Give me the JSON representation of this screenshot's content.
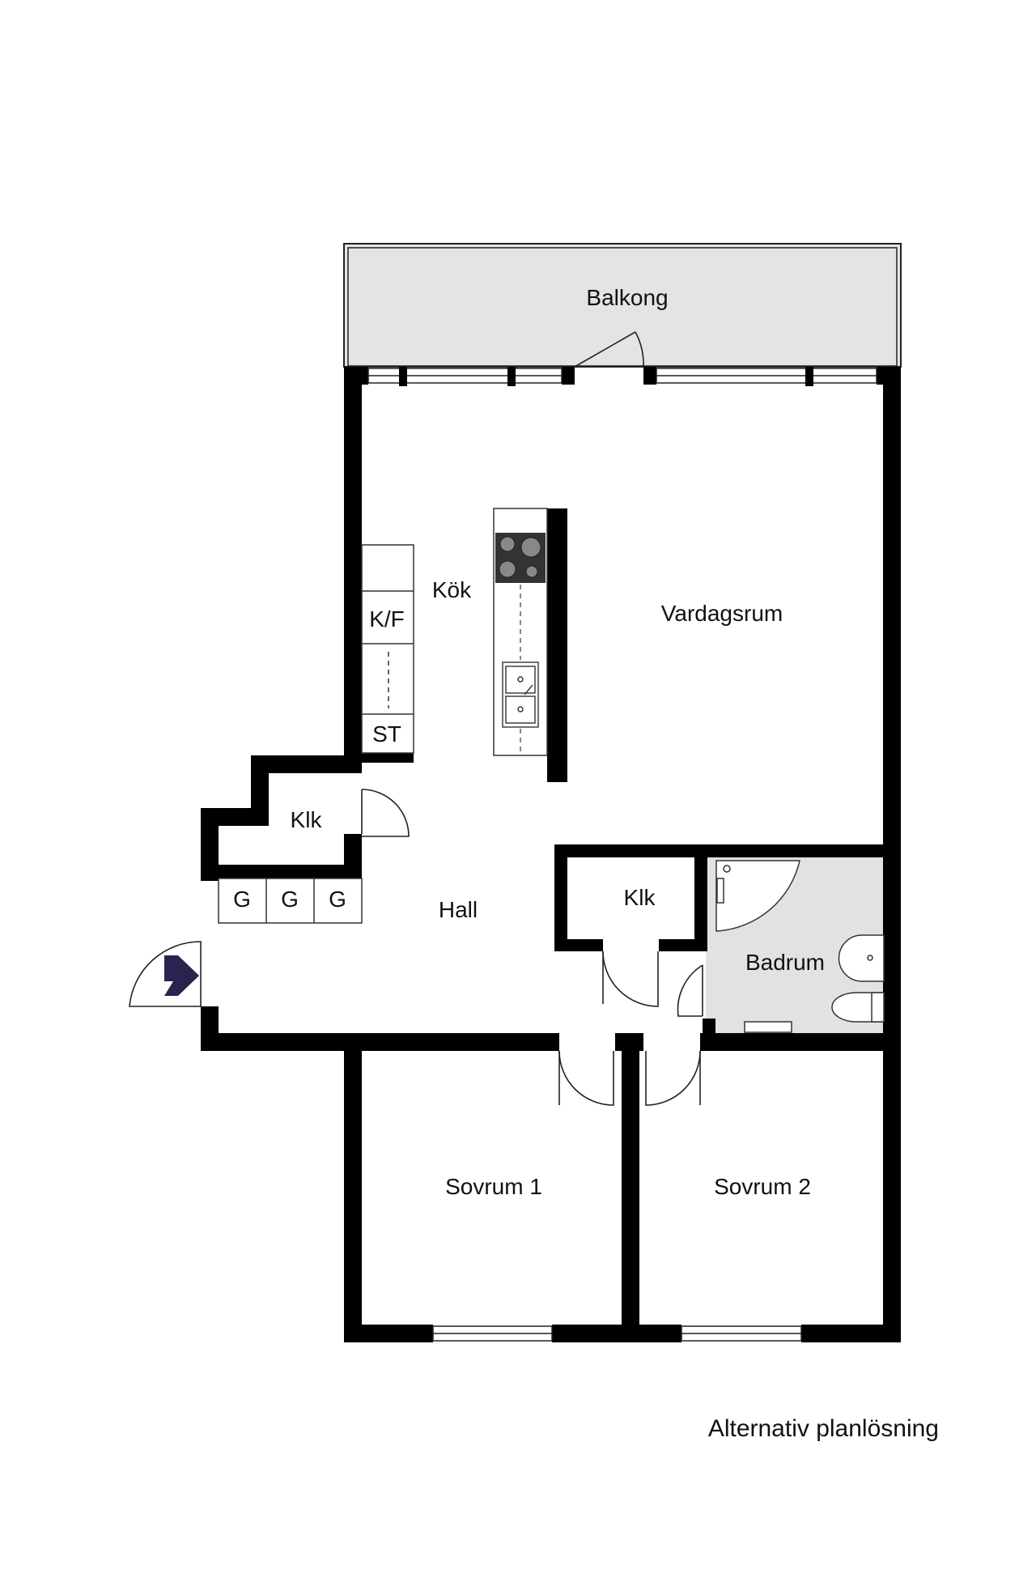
{
  "rooms": {
    "balkong": "Balkong",
    "kok": "Kök",
    "vardagsrum": "Vardagsrum",
    "klk_top": "Klk",
    "hall": "Hall",
    "klk_mid": "Klk",
    "badrum": "Badrum",
    "sovrum1": "Sovrum 1",
    "sovrum2": "Sovrum 2"
  },
  "fixtures": {
    "kf": "K/F",
    "st": "ST",
    "g1": "G",
    "g2": "G",
    "g3": "G"
  },
  "caption": "Alternativ planlösning",
  "colors": {
    "wall": "#000000",
    "balcony_fill": "#e4e4e4",
    "bath_fill": "#e2e2e2",
    "entrance_arrow": "#2a2350"
  }
}
